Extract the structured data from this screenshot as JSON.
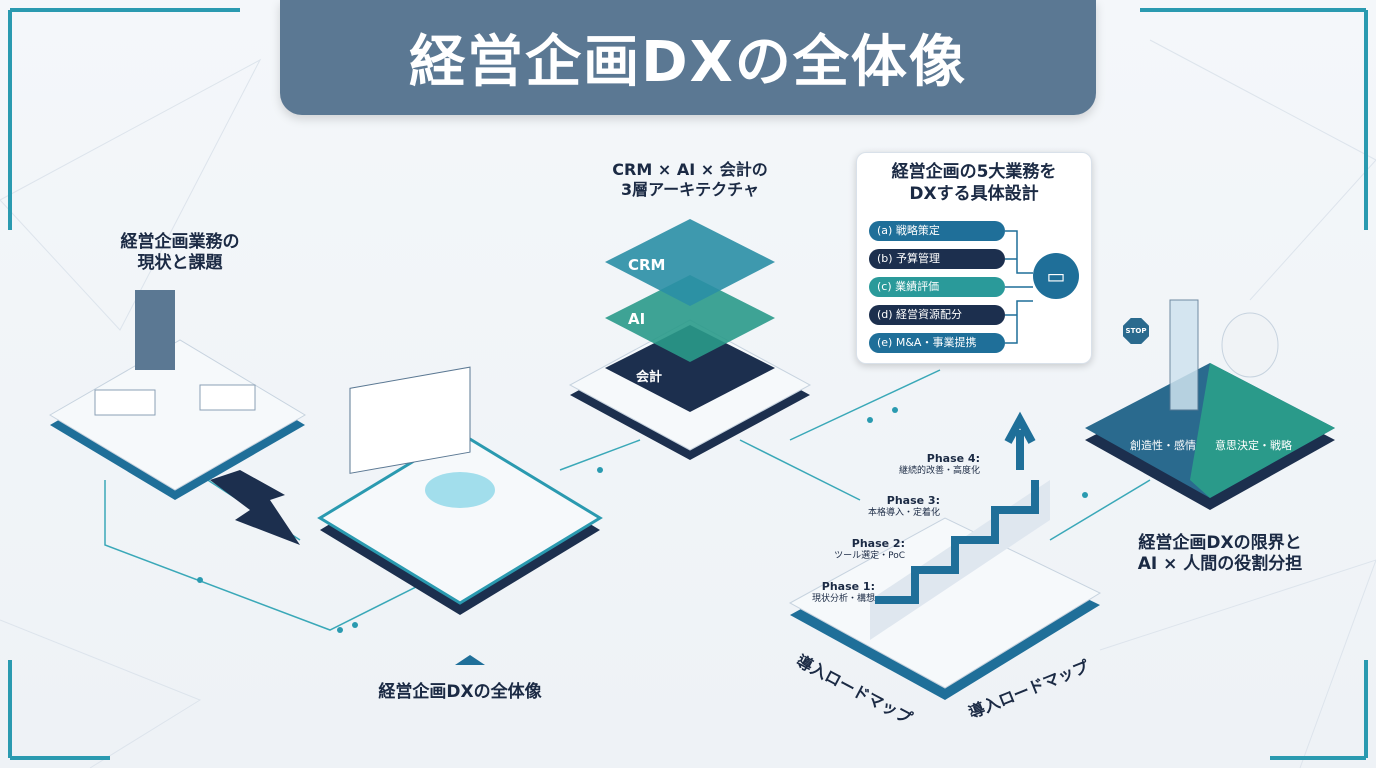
{
  "title": "経営企画DXの全体像",
  "sections": {
    "current_issues": "経営企画業務の\n現状と課題",
    "overview": "経営企画DXの全体像",
    "architecture": "CRM × AI × 会計の\n3層アーキテクチャ",
    "five_tasks_title": "経営企画の5大業務を\nDXする具体設計",
    "limits": "経営企画DXの限界と\nAI × 人間の役割分担",
    "roadmap_a": "導入ロードマップ",
    "roadmap_b": "導入ロードマップ"
  },
  "layers": [
    "CRM",
    "AI",
    "会計"
  ],
  "five_tasks": [
    {
      "label": "(a) 戦略策定",
      "color": "#1f6f99",
      "icon": "target-icon"
    },
    {
      "label": "(b) 予算管理",
      "color": "#1c2f4e",
      "icon": "money-chart-icon"
    },
    {
      "label": "(c) 業績評価",
      "color": "#2a9a9a",
      "icon": "trophy-icon"
    },
    {
      "label": "(d) 経営資源配分",
      "color": "#1c2f4e",
      "icon": "scale-icon"
    },
    {
      "label": "(e) M&A・事業提携",
      "color": "#1f6f99",
      "icon": "handshake-icon"
    }
  ],
  "phases": [
    {
      "name": "Phase 4:",
      "desc": "継続的改善・高度化"
    },
    {
      "name": "Phase 3:",
      "desc": "本格導入・定着化"
    },
    {
      "name": "Phase 2:",
      "desc": "ツール選定・PoC"
    },
    {
      "name": "Phase 1:",
      "desc": "現状分析・構想"
    }
  ],
  "roles": {
    "stop": "STOP",
    "ai_side": "創造性・感情",
    "human_side": "意思決定・戦略"
  },
  "colors": {
    "navy": "#1c2f4e",
    "teal": "#2a9a9a",
    "blue": "#1f6f99",
    "title_bg": "#5b7893"
  }
}
